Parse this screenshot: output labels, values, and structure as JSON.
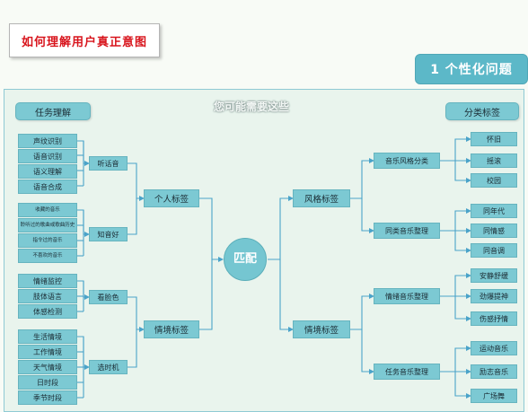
{
  "title": "如何理解用户真正意图",
  "banner": "1 个性化问题",
  "hint": "您可能需要这些",
  "left_header": "任务理解",
  "right_header": "分类标签",
  "hub": "匹配",
  "left": {
    "personal_tag": "个人标签",
    "situation_tag": "情境标签",
    "groups": {
      "listen": {
        "label": "听话音",
        "leaves": [
          "声纹识别",
          "语音识别",
          "语义理解",
          "语音合成"
        ]
      },
      "taste": {
        "label": "知音好",
        "leaves": [
          "收藏的音乐",
          "聆听过的歌曲或歌曲历史",
          "指令过的音乐",
          "不喜欢的音乐"
        ]
      },
      "face": {
        "label": "看脸色",
        "leaves": [
          "情绪监控",
          "肢体语言",
          "体感检测"
        ]
      },
      "timing": {
        "label": "选时机",
        "leaves": [
          "生活情境",
          "工作情境",
          "天气情境",
          "日时段",
          "季节时段"
        ]
      }
    }
  },
  "right": {
    "style_tag": "风格标签",
    "situation_tag": "情境标签",
    "groups": {
      "style": {
        "label": "音乐风格分类",
        "leaves": [
          "怀旧",
          "摇滚",
          "校园"
        ]
      },
      "similar": {
        "label": "同类音乐整理",
        "leaves": [
          "同年代",
          "同情感",
          "同音调"
        ]
      },
      "mood": {
        "label": "情绪音乐整理",
        "leaves": [
          "安静舒缓",
          "劲爆提神",
          "伤感抒情"
        ]
      },
      "task": {
        "label": "任务音乐整理",
        "leaves": [
          "运动音乐",
          "励志音乐",
          "广场舞"
        ]
      }
    }
  },
  "colors": {
    "node_fill": "#7cc9d3",
    "wire": "#4aa3c9",
    "title_text": "#d8141c",
    "banner_fill": "#5cb8c8"
  }
}
